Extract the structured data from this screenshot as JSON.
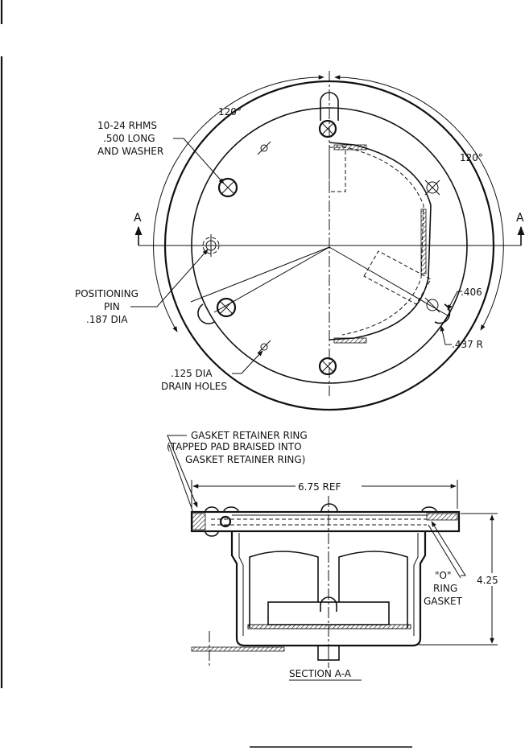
{
  "top_view": {
    "angle_left": "120°",
    "angle_right": "120°",
    "screw_callout": [
      "10-24 RHMS",
      ".500 LONG",
      "AND WASHER"
    ],
    "section_mark_left": "A",
    "section_mark_right": "A",
    "pin_callout": [
      "POSITIONING",
      "PIN",
      ".187 DIA"
    ],
    "drain_callout": [
      ".125 DIA",
      "DRAIN HOLES"
    ],
    "dim_406": ".406",
    "dim_437": ".437 R"
  },
  "section_view": {
    "retainer_callout": [
      "GASKET RETAINER RING",
      "(TAPPED PAD BRAISED INTO",
      "GASKET RETAINER RING)"
    ],
    "width_dim": "6.75 REF",
    "height_dim": "4.25",
    "oring_callout": [
      "\"O\"",
      "RING",
      "GASKET"
    ],
    "section_title": "SECTION A-A"
  }
}
